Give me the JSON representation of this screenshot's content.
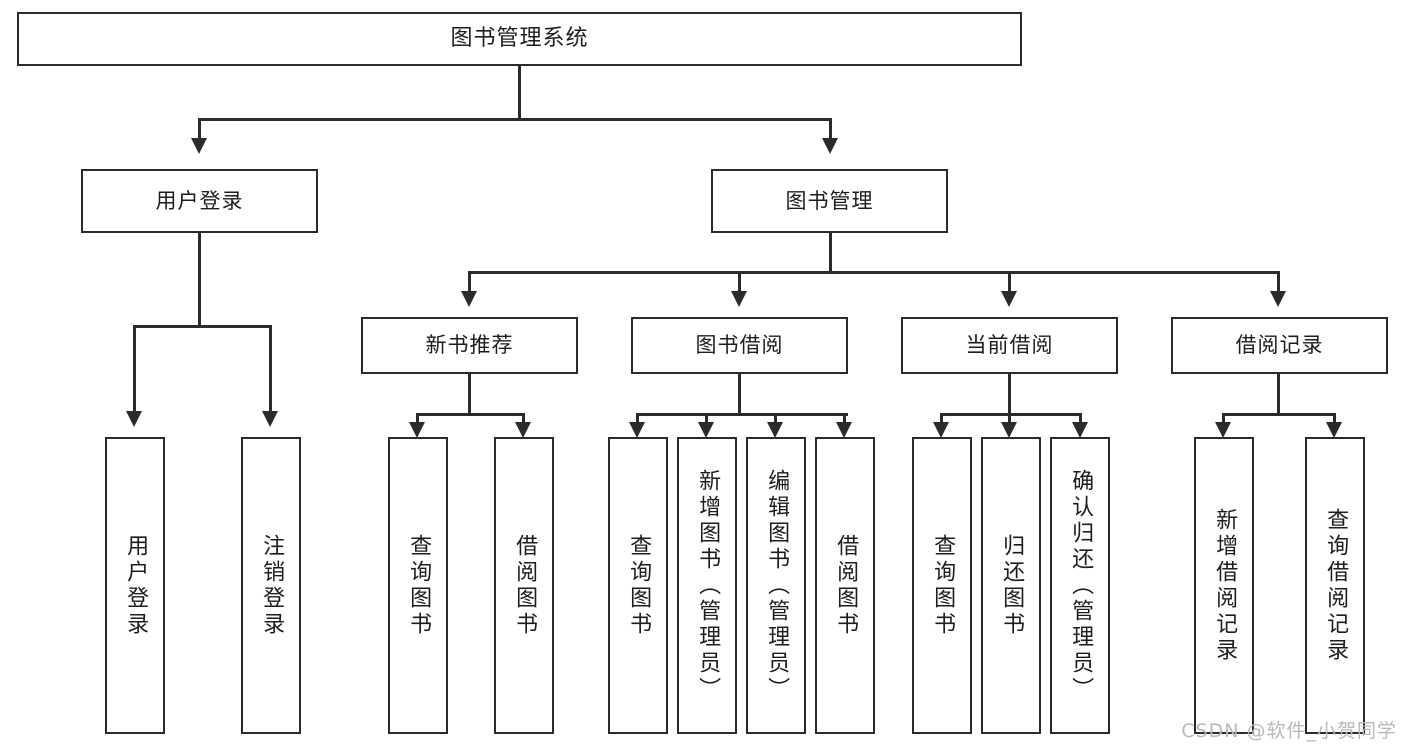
{
  "diagram": {
    "title": "图书管理系统",
    "type": "tree",
    "orientation": "top-down",
    "colors": {
      "stroke": "#2b2b2b",
      "fill": "#ffffff",
      "text": "#1d1d1d",
      "watermark": "#b9b9b9",
      "background": "#ffffff"
    },
    "root": {
      "label": "图书管理系统"
    },
    "level2": [
      {
        "label": "用户登录"
      },
      {
        "label": "图书管理"
      }
    ],
    "level3": [
      {
        "label": "新书推荐"
      },
      {
        "label": "图书借阅"
      },
      {
        "label": "当前借阅"
      },
      {
        "label": "借阅记录"
      }
    ],
    "leaves": {
      "user_login": [
        {
          "label": "用户登录"
        },
        {
          "label": "注销登录"
        }
      ],
      "new_book_recommend": [
        {
          "label": "查询图书"
        },
        {
          "label": "借阅图书"
        }
      ],
      "book_borrow": [
        {
          "label": "查询图书"
        },
        {
          "label": "新增图书（管理员）"
        },
        {
          "label": "编辑图书（管理员）"
        },
        {
          "label": "借阅图书"
        }
      ],
      "current_borrow": [
        {
          "label": "查询图书"
        },
        {
          "label": "归还图书"
        },
        {
          "label": "确认归还（管理员）"
        }
      ],
      "borrow_record": [
        {
          "label": "新增借阅记录"
        },
        {
          "label": "查询借阅记录"
        }
      ]
    }
  },
  "watermark": {
    "text": "CSDN @软件_小贺同学"
  }
}
